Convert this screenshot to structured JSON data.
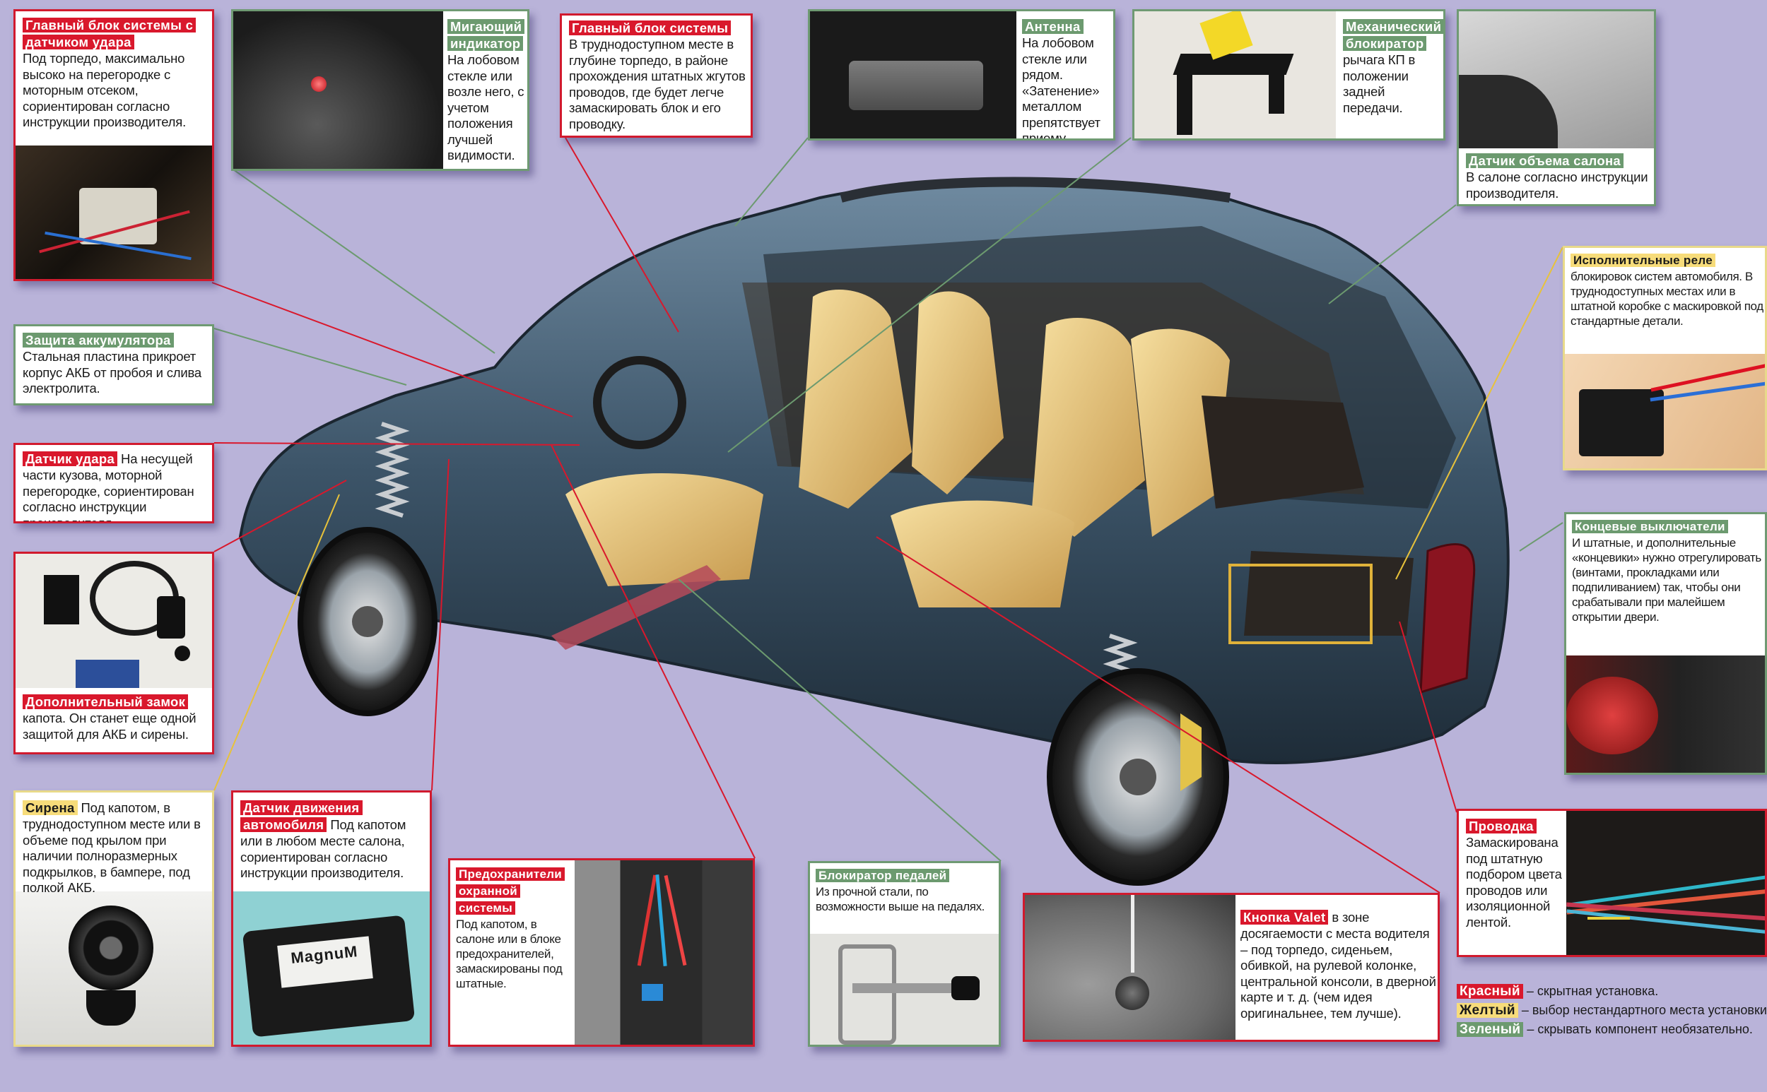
{
  "callouts": {
    "main_unit_shock": {
      "tag": "Главный блок системы с датчиком удара",
      "text": "Под торпедо, максимально высоко на перегородке с моторным отсеком, сориентирован согласно инструкции производителя.",
      "color": "red"
    },
    "blink_indicator": {
      "tag": "Мигающий индикатор",
      "text": "На лобовом стекле или возле него, с учетом положения лучшей видимости.",
      "color": "green"
    },
    "main_unit": {
      "tag": "Главный блок системы",
      "text": "В труднодоступном месте в глубине торпедо, в районе прохождения штатных жгутов проводов, где будет легче замаскировать блок и его проводку.",
      "color": "red"
    },
    "antenna": {
      "tag": "Антенна",
      "text": "На лобовом стекле или рядом. «Затенение» металлом препятствует приему.",
      "color": "green"
    },
    "mech_lock": {
      "tag": "Механический блокиратор",
      "text": "рычага КП в положении задней передачи.",
      "color": "green"
    },
    "volume_sensor": {
      "tag": "Датчик объема салона",
      "text": "В салоне согласно инструкции производителя.",
      "color": "green"
    },
    "relays": {
      "tag": "Исполнительные реле",
      "text": "блокировок систем автомобиля. В труднодоступных местах или в штатной коробке с маскировкой под стандартные детали.",
      "color": "yellow"
    },
    "door_switches": {
      "tag": "Концевые выключатели",
      "text": "И штатные, и дополнительные «концевики» нужно отрегулировать (винтами, прокладками или подпиливанием) так, чтобы они срабатывали при малейшем открытии двери.",
      "color": "green"
    },
    "wiring": {
      "tag": "Проводка",
      "text": "Замаскирована под штатную подбором цвета проводов или изоляционной лентой.",
      "color": "red"
    },
    "valet": {
      "tag": "Кнопка Valet",
      "text": "в зоне досягаемости с места водителя – под торпедо, сиденьем, обивкой, на рулевой колонке, центральной консоли, в дверной карте и т. д. (чем идея оригинальнее, тем лучше).",
      "color": "red"
    },
    "pedal_lock": {
      "tag": "Блокиратор педалей",
      "text": "Из прочной стали, по возможности выше на педалях.",
      "color": "green"
    },
    "fuses": {
      "tag": "Предохранители охранной системы",
      "text": "Под капотом, в салоне или в блоке предохранителей, замаскированы под штатные.",
      "color": "red"
    },
    "motion_sensor": {
      "tag": "Датчик движения автомобиля",
      "text": "Под капотом или в любом месте салона, сориентирован согласно инструкции производителя.",
      "color": "red"
    },
    "siren": {
      "tag": "Сирена",
      "text": "Под капотом, в труднодоступном месте или в объеме под крылом при наличии полноразмерных подкрылков, в бампере, под полкой АКБ.",
      "color": "yellow"
    },
    "battery_guard": {
      "tag": "Защита аккумулятора",
      "text": "Стальная пластина прикроет корпус АКБ от пробоя и слива электролита.",
      "color": "green"
    },
    "shock_sensor": {
      "tag": "Датчик удара",
      "text": "На несущей части кузова, моторной перегородке, сориентирован согласно инструкции производителя.",
      "color": "red"
    },
    "hood_lock": {
      "tag": "Дополнительный замок",
      "text": "капота. Он станет еще одной защитой для АКБ и сирены.",
      "color": "red"
    }
  },
  "photo_labels": {
    "motion_device": "MagnuM"
  },
  "legend": [
    {
      "tag": "Красный",
      "text": "– скрытная установка.",
      "color": "#d9182c"
    },
    {
      "tag": "Желтый",
      "text": "– выбор нестандартного места установки.",
      "color": "#f7dc7a"
    },
    {
      "tag": "Зеленый",
      "text": "– скрывать компонент необязательно.",
      "color": "#6c9a6f"
    }
  ],
  "colors": {
    "background": "#b9b3d9",
    "red": "#d9182c",
    "green": "#6c9a6f",
    "yellow": "#f7dc7a"
  }
}
